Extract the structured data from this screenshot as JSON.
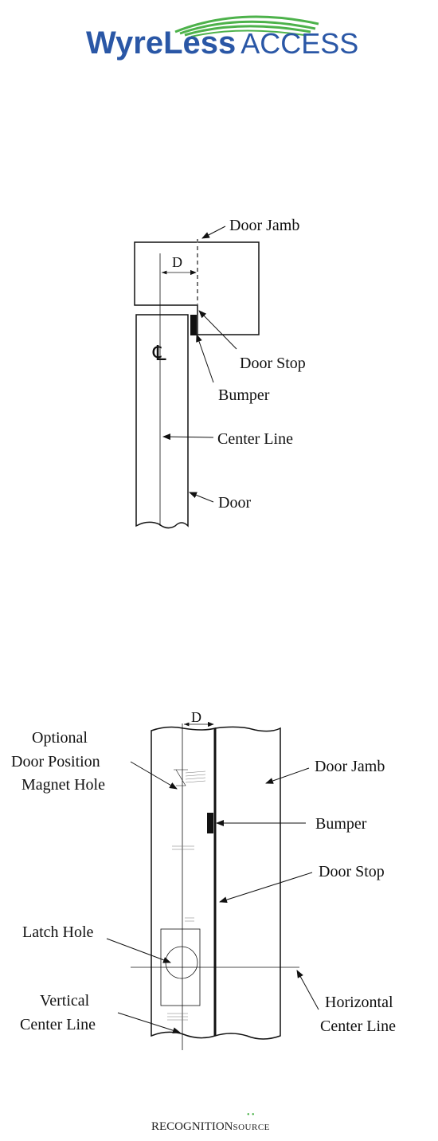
{
  "header": {
    "brand_main": "WyreLess",
    "brand_sub": "ACCESS",
    "accent": "#2a57a6",
    "swoosh_color": "#4db24b"
  },
  "diagram_top": {
    "dimension_label": "D",
    "centerline_symbol": "℄",
    "labels": {
      "door_jamb": "Door Jamb",
      "door_stop": "Door Stop",
      "bumper": "Bumper",
      "center_line": "Center Line",
      "door": "Door"
    }
  },
  "diagram_bottom": {
    "dimension_label": "D",
    "labels": {
      "optional_magnet_1": "Optional",
      "optional_magnet_2": "Door Position",
      "optional_magnet_3": "Magnet Hole",
      "door_jamb": "Door Jamb",
      "bumper": "Bumper",
      "door_stop": "Door Stop",
      "latch_hole": "Latch Hole",
      "vertical_cl_1": "Vertical",
      "vertical_cl_2": "Center Line",
      "horizontal_cl_1": "Horizontal",
      "horizontal_cl_2": "Center Line"
    }
  },
  "footer": {
    "brand_main": "RECOGNITION",
    "brand_sub": "SOURCE"
  }
}
